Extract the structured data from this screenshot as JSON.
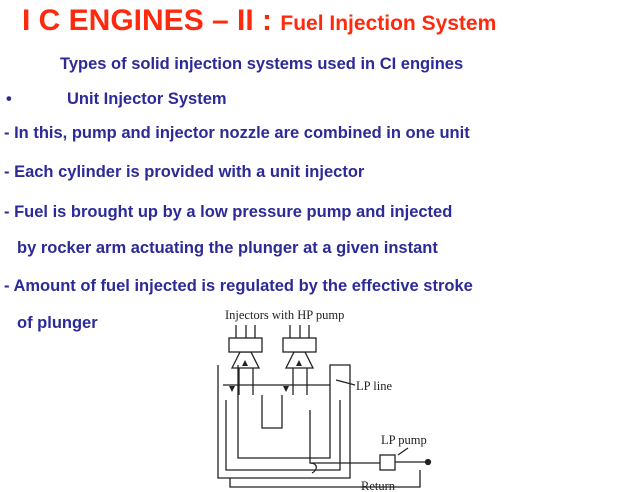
{
  "slide": {
    "title_main": "I C ENGINES – II : ",
    "title_sub": "Fuel Injection System",
    "subtitle": "Types of solid injection systems used in CI engines",
    "bullet_mark": "•",
    "bullet": "Unit Injector System",
    "lines": [
      "- In this, pump and injector nozzle are combined in one unit",
      "- Each cylinder is provided with a unit injector",
      "- Fuel is brought up by a low pressure pump and injected",
      "by rocker arm actuating the plunger at a given instant",
      "- Amount of fuel injected is regulated by the effective stroke",
      "of plunger"
    ]
  },
  "diagram": {
    "label_injectors": "Injectors with HP pump",
    "label_lp_line": "LP line",
    "label_lp_pump": "LP pump",
    "label_return": "Return"
  },
  "colors": {
    "title": "#ff2a0d",
    "body_text": "#2c2a97"
  }
}
